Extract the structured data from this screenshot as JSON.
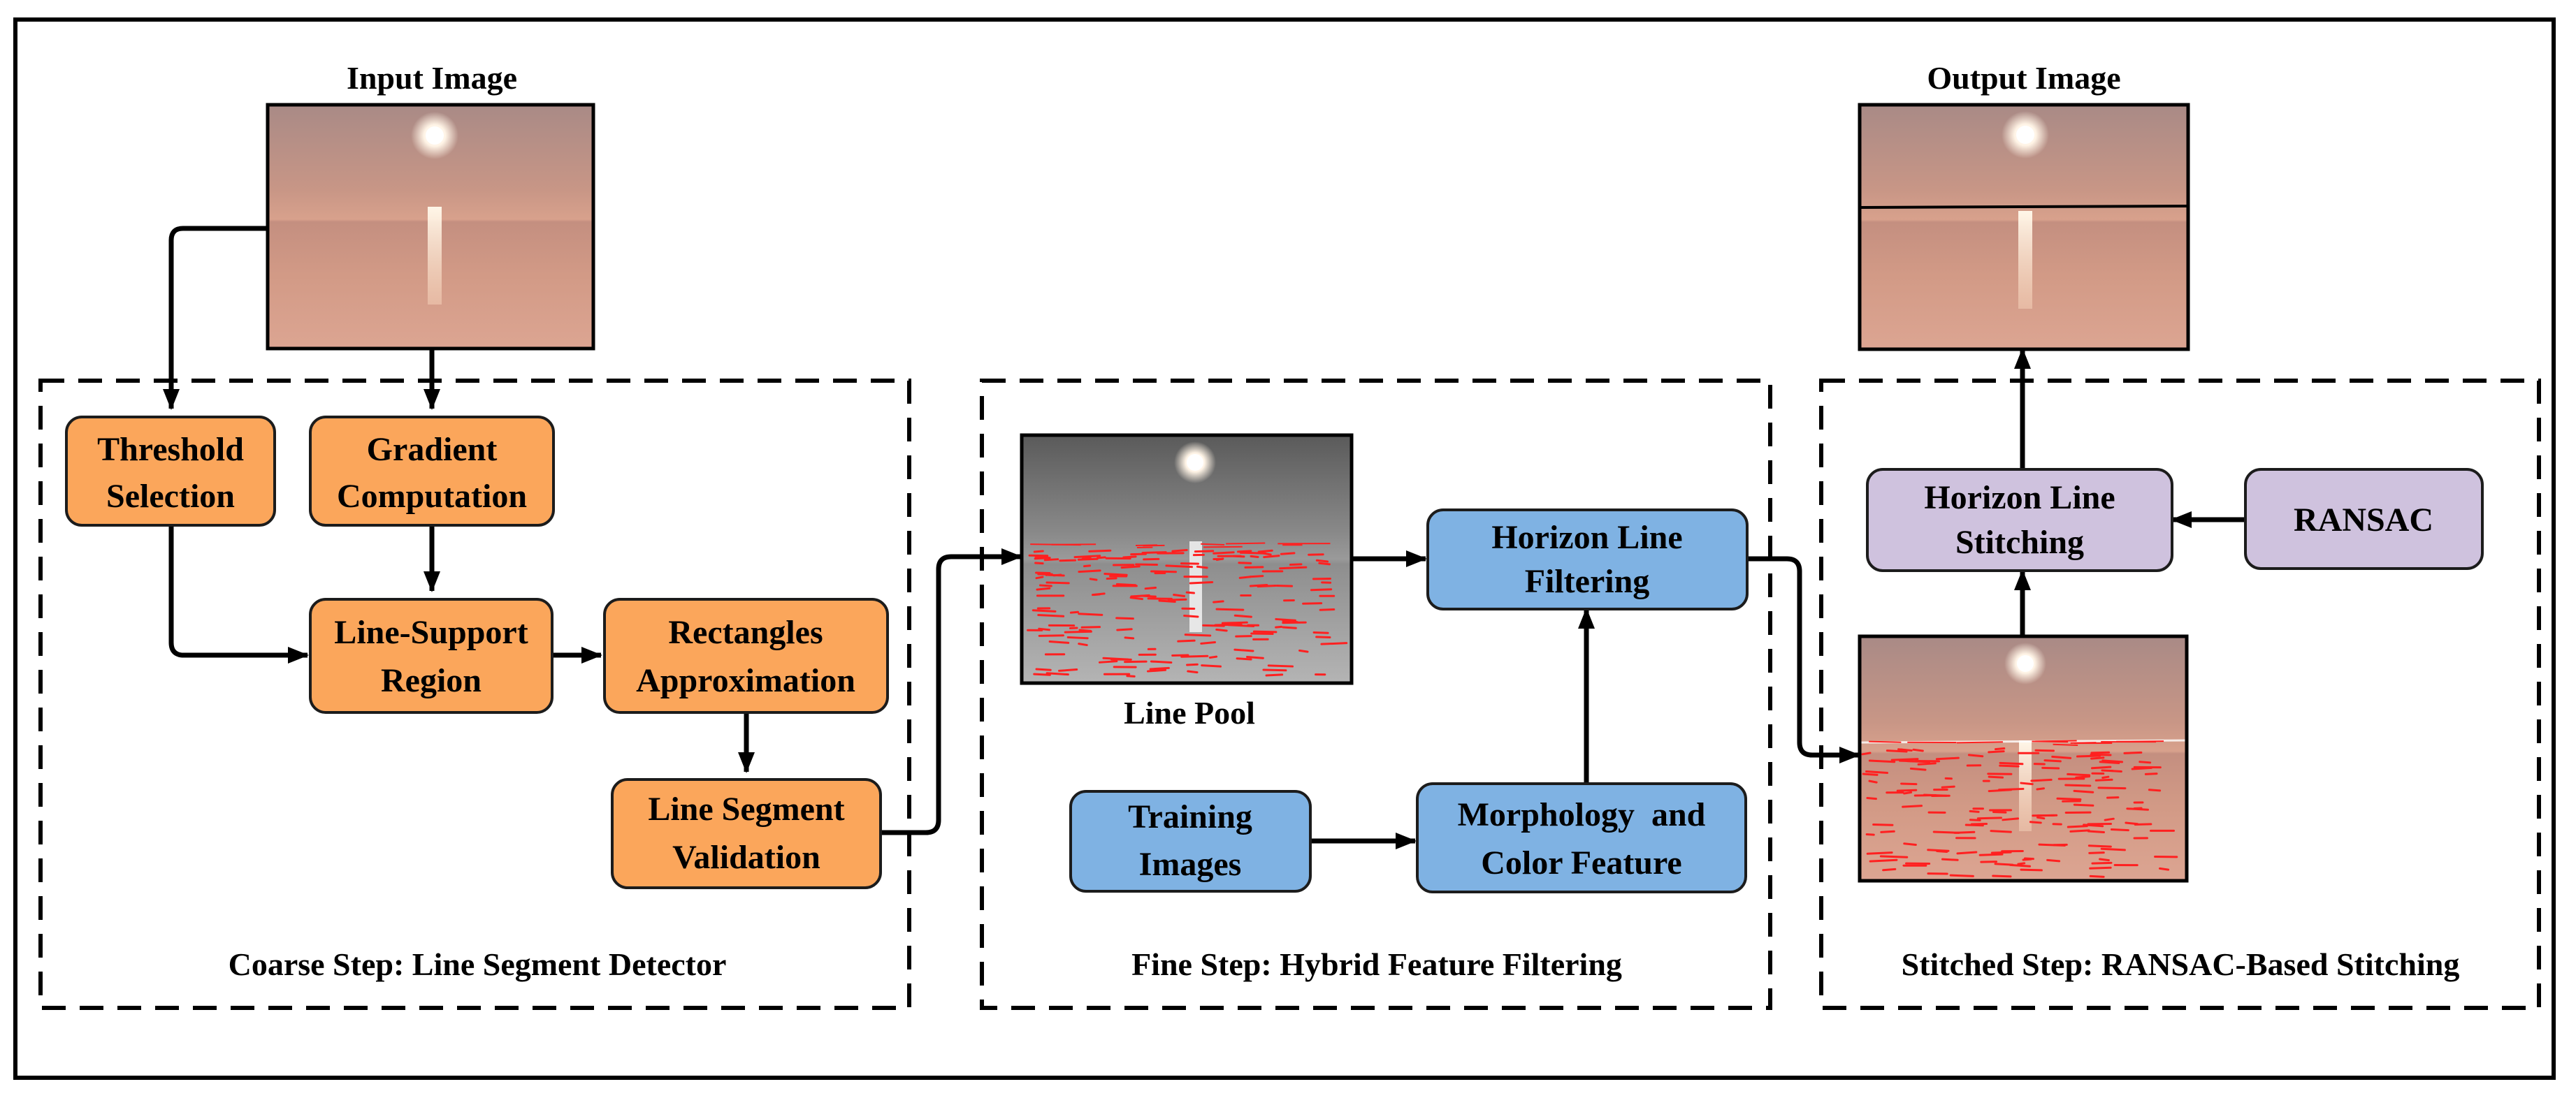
{
  "diagram": {
    "title_input": "Input Image",
    "title_output": "Output Image",
    "colors": {
      "orange": "#FBA65B",
      "blue": "#7FB2E3",
      "purple": "#CFC2DE",
      "node_stroke": "#1c1c1c",
      "arrow": "#000000",
      "detection": "#ff2020"
    },
    "coarse": {
      "step_label": "Coarse Step: Line Segment Detector",
      "threshold": [
        "Threshold",
        "Selection"
      ],
      "gradient": [
        "Gradient",
        "Computation"
      ],
      "line_support": [
        "Line-Support",
        "Region"
      ],
      "rectangles": [
        "Rectangles",
        "Approximation"
      ],
      "validation": [
        "Line Segment",
        "Validation"
      ]
    },
    "fine": {
      "step_label": "Fine Step: Hybrid Feature Filtering",
      "line_pool": "Line Pool",
      "horizon_filtering": [
        "Horizon Line",
        "Filtering"
      ],
      "training": [
        "Training",
        "Images"
      ],
      "morphology": [
        "Morphology  and",
        "Color Feature"
      ]
    },
    "stitched": {
      "step_label": "Stitched Step: RANSAC-Based Stitching",
      "stitching": [
        "Horizon Line",
        "Stitching"
      ],
      "ransac": "RANSAC"
    }
  }
}
